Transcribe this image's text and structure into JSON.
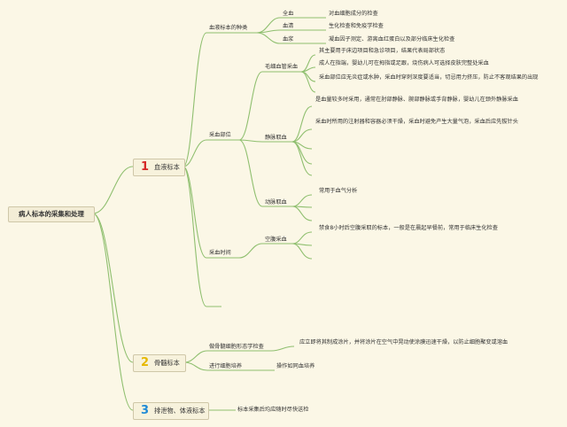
{
  "root": "病人标本的采集和处理",
  "colors": {
    "num1": "#d62828",
    "num2": "#e6b800",
    "num3": "#1f8ad6",
    "line": "#8fbf6f"
  },
  "cat1": {
    "num": "1",
    "label": "血液标本"
  },
  "cat2": {
    "num": "2",
    "label": "骨髓标本"
  },
  "cat3": {
    "num": "3",
    "label": "排泄物、体液标本"
  },
  "blood": {
    "types": {
      "label": "血液标本的种类",
      "items": [
        {
          "name": "全血",
          "desc": "对血细胞成分的检查"
        },
        {
          "name": "血清",
          "desc": "生化检查和免疫学检查"
        },
        {
          "name": "血浆",
          "desc": "凝血因子测定、游离血红蛋白以及部分临床生化检查"
        }
      ]
    },
    "site": {
      "label": "采血部位",
      "capillary": {
        "label": "毛细血管采血",
        "notes": [
          "其主要用于床边项目和急诊项目，结果代表局部状态",
          "成人在指端，婴幼儿可在拇指或足跟，烧伤病人可选择皮肤完整处采血",
          "采血部位应无炎症或水肿，采血时穿刺深度要适当，切忌用力挤压，防止不客观结果的出现"
        ]
      },
      "venous": {
        "label": "静脉取血",
        "notes": [
          "是血量较多时采用，通常在肘部静脉、腕部静脉或手背静脉，婴幼儿在颈外静脉采血",
          "采血时所用的注射器和容器必须干燥，采血时避免产生大量气泡，采血后应先拔针头"
        ]
      },
      "arterial": {
        "label": "动脉取血",
        "notes": [
          "常用于血气分析"
        ]
      }
    },
    "time": {
      "label": "采血时间",
      "fasting": {
        "label": "空腹采血",
        "notes": [
          "禁食8小时后空腹采取的标本，一般是在晨起早餐前，常用于临床生化检查"
        ]
      }
    }
  },
  "marrow": {
    "smear": {
      "label": "做骨髓细胞形态学检查",
      "desc": "应立即将其制成涂片，并将涂片在空气中晃动使涂膜迅速干燥，以防止细胞聚变或溶血"
    },
    "culture": {
      "label": "进行细胞培养",
      "desc": "操作如同血培养"
    }
  },
  "excreta": {
    "desc": "标本采集后均应随时尽快送检"
  }
}
